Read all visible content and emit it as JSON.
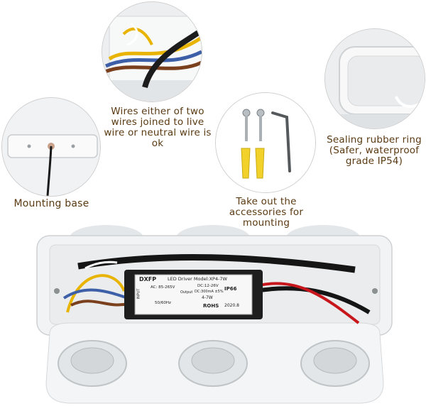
{
  "captions": {
    "wires": "Wires either of two wires joined to live wire or neutral wire is ok",
    "sealing": "Sealing rubber ring (Safer, waterproof grade IP54)",
    "mounting_base": "Mounting base",
    "accessories": "Take out the accessories for mounting"
  },
  "driver_label": {
    "brand": "DXFP",
    "model": "LED Driver Model:XP4-7W",
    "ac_input": "AC: 85-265V",
    "frequency": "50/60Hz",
    "dc_output": "DC:12-26V",
    "current": "DC:300mA ±5%",
    "power": "4-7W",
    "ip_rating": "IP66",
    "certification": "ROHS",
    "year": "2020.8",
    "input_tag": "INPUT",
    "output_tag": "Output"
  },
  "colors": {
    "caption_text": "#5a3a12",
    "housing": "#f2f3f4",
    "driver_body": "#1e1e1e",
    "wire_red": "#c8161d",
    "wire_yellow": "#e8b400",
    "wire_blue": "#3d5fa8",
    "wire_brown": "#7a3f1c"
  }
}
